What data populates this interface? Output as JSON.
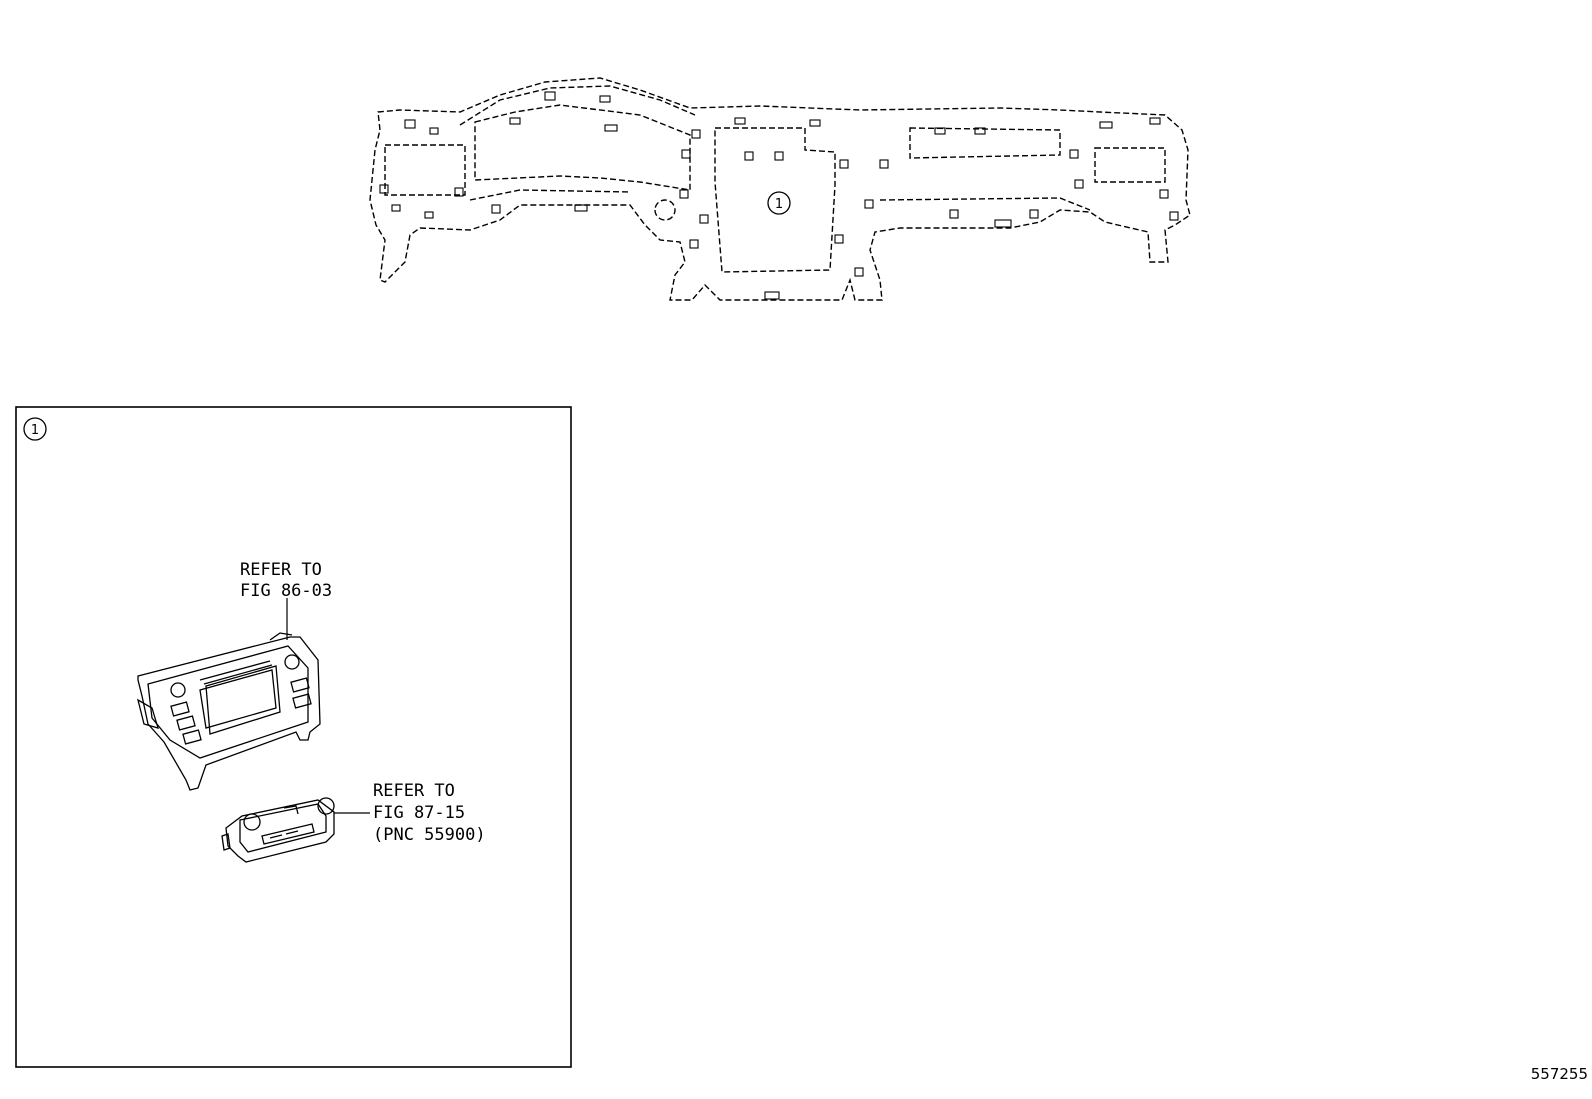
{
  "callouts": {
    "main": "1",
    "detail": "1"
  },
  "labels": {
    "audio_ref_line1": "REFER TO",
    "audio_ref_line2": "FIG 86-03",
    "climate_ref_line1": "REFER TO",
    "climate_ref_line2": "FIG 87-15",
    "climate_ref_line3": "(PNC 55900)"
  },
  "figure_number": "557255",
  "colors": {
    "line": "#000000",
    "background": "#ffffff"
  }
}
